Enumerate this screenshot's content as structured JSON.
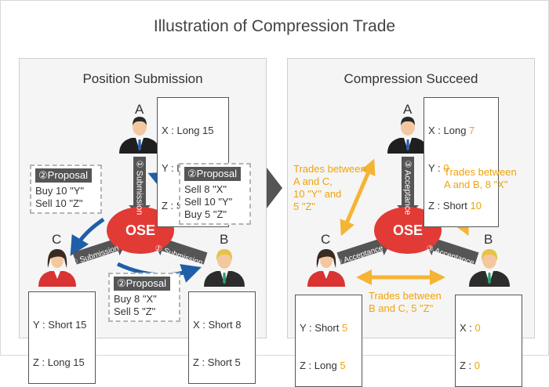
{
  "title": "Illustration of Compression Trade",
  "left": {
    "heading": "Position Submission",
    "ose": "OSE",
    "participants": {
      "a": {
        "letter": "A",
        "lines": [
          "X : Long 15",
          "Y : Long 10",
          "Z : Short 15"
        ]
      },
      "b": {
        "letter": "B",
        "lines": [
          "X : Short 8",
          "Z : Short 5"
        ]
      },
      "c": {
        "letter": "C",
        "lines": [
          "Y : Short 15",
          "Z : Long 15"
        ]
      }
    },
    "proposals": {
      "c": {
        "tag": "②Proposal",
        "lines": [
          "Buy 10 \"Y\"",
          "Sell 10 \"Z\""
        ]
      },
      "a": {
        "tag": "②Proposal",
        "lines": [
          "Sell 8 \"X\"",
          "Sell 10 \"Y\"",
          "Buy 5 \"Z\""
        ]
      },
      "b": {
        "tag": "②Proposal",
        "lines": [
          "Buy 8 \"X\"",
          "Sell 5 \"Z\""
        ]
      }
    },
    "arrow_label": "① Submission"
  },
  "right": {
    "heading": "Compression Succeed",
    "ose": "OSE",
    "arrow_label": "③ Acceptance",
    "participants": {
      "a": {
        "letter": "A",
        "lines": [
          [
            "X : Long ",
            "7"
          ],
          [
            "Y : ",
            "0"
          ],
          [
            "Z : Short ",
            "10"
          ]
        ]
      },
      "b": {
        "letter": "B",
        "lines": [
          [
            "X : ",
            "0"
          ],
          [
            "Z : ",
            "0"
          ]
        ]
      },
      "c": {
        "letter": "C",
        "lines": [
          [
            "Y : Short ",
            "5"
          ],
          [
            "Z : Long ",
            "5"
          ]
        ]
      }
    },
    "trades": {
      "ac": [
        "Trades between",
        "A and C,",
        "10 \"Y\" and",
        "5 \"Z\""
      ],
      "ab": [
        "Trades between",
        "A and B, 8 \"X\""
      ],
      "bc": [
        "Trades between",
        "B and C, 5 \"Z\""
      ]
    }
  },
  "colors": {
    "ose": "#e23a35",
    "trade": "#f5b433",
    "flow": "#1e5fa8",
    "arrow": "#555555",
    "highlight": "#f0a30a"
  }
}
